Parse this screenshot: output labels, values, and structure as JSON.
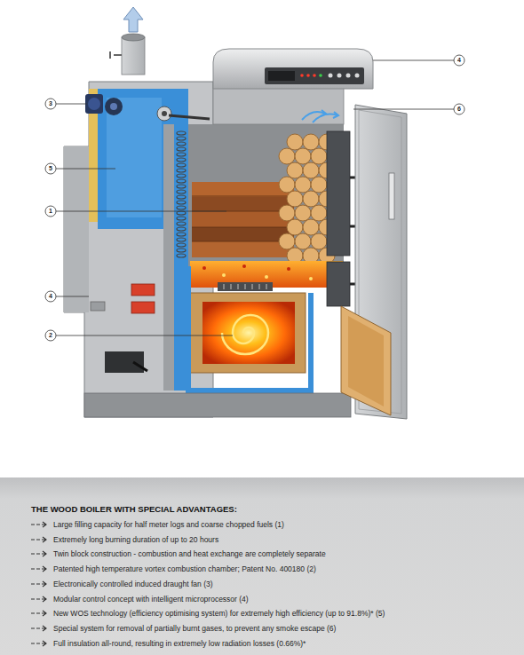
{
  "diagram": {
    "title": "THE WOOD BOILER WITH SPECIAL ADVANTAGES:",
    "labels": [
      "4",
      "3",
      "6",
      "5",
      "1",
      "4",
      "2",
      "Large filling capacity for half meter logs and coarse chopped fuels (1)",
      "Extremely long burning duration of up to 20 hours",
      "Twin block construction - combustion and heat exchange are completely separate",
      "Patented high temperature vortex combustion chamber; Patent No. 400180 (2)",
      "Electronically controlled induced draught fan (3)",
      "Modular control concept with intelligent microprocessor (4)",
      "New WOS technology (efficiency optimising system) for extremely high efficiency (up to 91.8%)* (5)",
      "Special system for removal of partially burnt gases, to prevent any smoke escape (6)",
      "Full insulation all-round, resulting in extremely low radiation losses (0.66%)*"
    ]
  }
}
